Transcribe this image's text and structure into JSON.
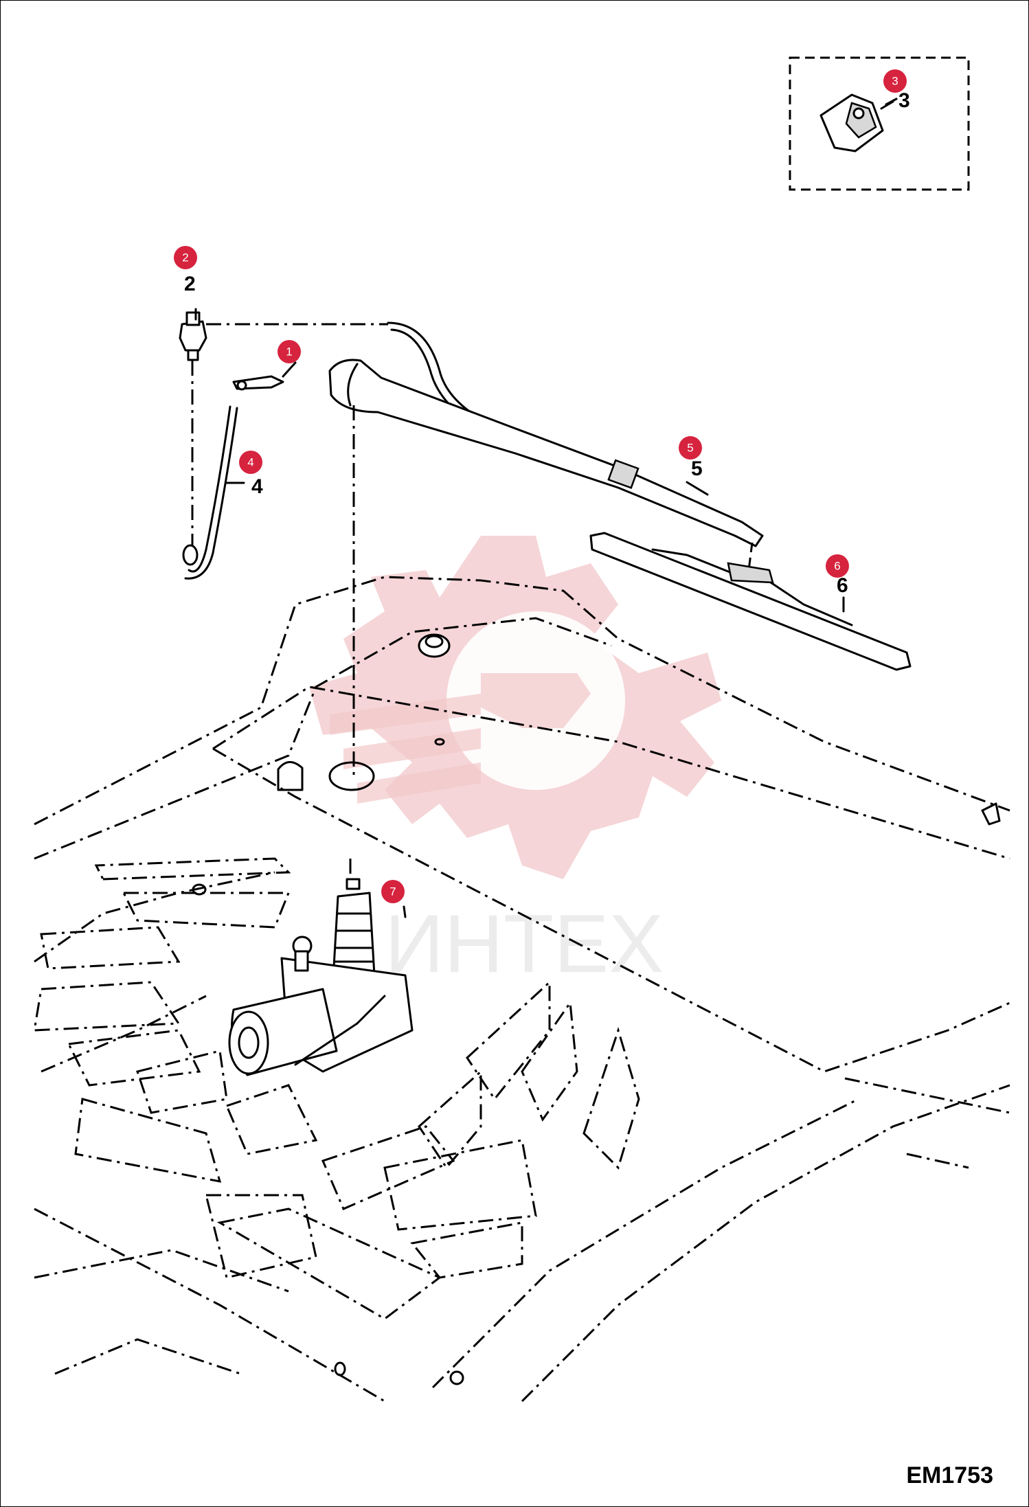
{
  "diagram_code": "EM1753",
  "watermark_text": "ИНТЕХ",
  "callouts": [
    {
      "id": "1",
      "label": "1"
    },
    {
      "id": "2",
      "label": "2"
    },
    {
      "id": "3",
      "label": "3"
    },
    {
      "id": "4",
      "label": "4"
    },
    {
      "id": "5",
      "label": "5"
    },
    {
      "id": "6",
      "label": "6"
    },
    {
      "id": "7",
      "label": "7"
    }
  ],
  "colors": {
    "badge": "#d6233e",
    "watermark": "#f2c7c9",
    "line": "#000000"
  }
}
